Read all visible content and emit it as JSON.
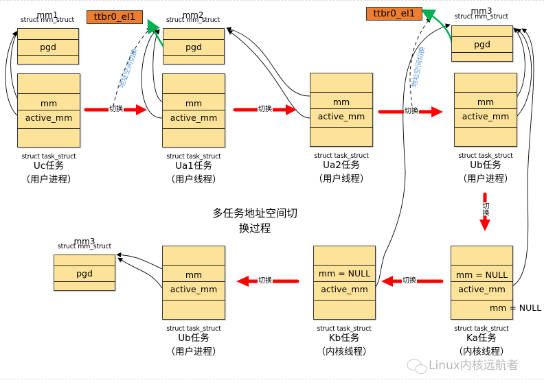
{
  "diagram": {
    "title": "多任务地址空间切换过程",
    "title_line1": "多任务地址空间切",
    "title_line2": "换过程",
    "register_label": "ttbr0_el1",
    "switch_label": "切换",
    "address_space_switch_label": "地址空间切换",
    "mm_struct_type": "struct mm_struct",
    "task_struct_type": "struct task_struct",
    "mm_structs": [
      {
        "name": "mm1",
        "field": "pgd"
      },
      {
        "name": "mm2",
        "field": "pgd"
      },
      {
        "name": "mm3",
        "field": "pgd"
      },
      {
        "name": "mm3",
        "field": "pgd"
      }
    ],
    "tasks": [
      {
        "name": "Uc任务",
        "kind": "（用户进程）",
        "mm": "mm",
        "active_mm": "active_mm"
      },
      {
        "name": "Ua1任务",
        "kind": "（用户线程）",
        "mm": "mm",
        "active_mm": "active_mm"
      },
      {
        "name": "Ua2任务",
        "kind": "（用户线程）",
        "mm": "mm",
        "active_mm": "active_mm"
      },
      {
        "name": "Ub任务",
        "kind": "（用户进程）",
        "mm": "mm",
        "active_mm": "active_mm"
      },
      {
        "name": "Ka任务",
        "kind": "（内核线程）",
        "mm": "mm = NULL",
        "active_mm": "active_mm",
        "extra_note": "mm = NULL"
      },
      {
        "name": "Kb任务",
        "kind": "（内核线程）",
        "mm": "mm = NULL",
        "active_mm": "active_mm"
      },
      {
        "name": "Ub任务",
        "kind": "（用户进程）",
        "mm": "mm",
        "active_mm": "active_mm"
      }
    ],
    "switch_sequence": [
      "Uc任务",
      "Ua1任务",
      "Ua2任务",
      "Ub任务",
      "Ka任务",
      "Kb任务",
      "Ub任务"
    ],
    "colors": {
      "struct_fill": "#fde39a",
      "register_fill": "#ed7d31",
      "switch_arrow": "#ff0000",
      "pgd_arrow": "#00b050",
      "address_switch_text": "#5b9bd5"
    }
  },
  "watermark": "Linux内核远航者"
}
